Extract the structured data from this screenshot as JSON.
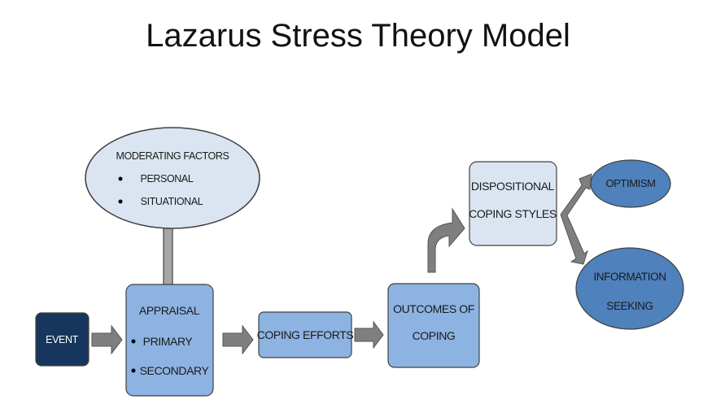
{
  "title": "Lazarus Stress Theory Model",
  "nodes": {
    "moderating": {
      "heading": "MODERATING FACTORS",
      "items": [
        "PERSONAL",
        "SITUATIONAL"
      ]
    },
    "event": {
      "label": "EVENT"
    },
    "appraisal": {
      "heading": "APPRAISAL",
      "items": [
        "PRIMARY",
        "SECONDARY"
      ]
    },
    "coping_efforts": {
      "label": "COPING EFFORTS"
    },
    "outcomes": {
      "line1": "OUTCOMES OF",
      "line2": "COPING"
    },
    "dispositional": {
      "line1": "DISPOSITIONAL",
      "line2": "COPING STYLES"
    },
    "optimism": {
      "label": "OPTIMISM"
    },
    "information": {
      "line1": "INFORMATION",
      "line2": "SEEKING"
    }
  },
  "colors": {
    "dark_navy": "#17365d",
    "mid_blue": "#8db3e2",
    "light_blue": "#dbe5f1",
    "strong_blue": "#4f81bd",
    "arrow_gray": "#7f7f7f"
  }
}
